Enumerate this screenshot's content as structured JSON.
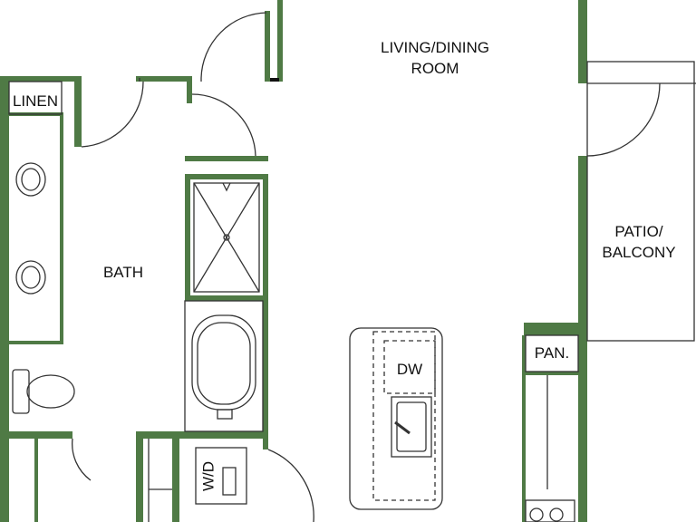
{
  "colors": {
    "wall": "#4f7a45",
    "wall_dark": "#3d6336",
    "line": "#333333",
    "background": "#ffffff"
  },
  "labels": {
    "living": "LIVING/DINING\nROOM",
    "living_line1": "LIVING/DINING",
    "living_line2": "ROOM",
    "bath": "BATH",
    "linen": "LINEN",
    "patio_line1": "PATIO/",
    "patio_line2": "BALCONY",
    "dw": "DW",
    "pantry": "PAN.",
    "wd": "W/D"
  }
}
